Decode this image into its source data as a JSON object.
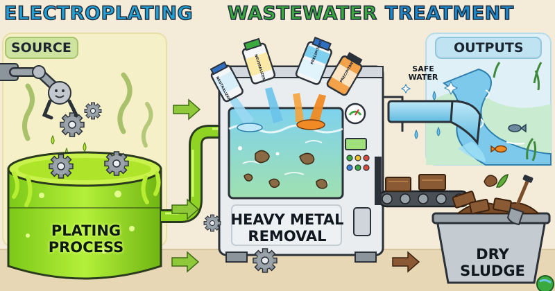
{
  "title": {
    "part1": "ELECTROPLATING",
    "part2": "WASTEWATER",
    "part3": "TREATMENT"
  },
  "panels": {
    "source": "SOURCE",
    "outputs": "OUTPUTS"
  },
  "stages": {
    "plating_line1": "PLATING",
    "plating_line2": "PROCESS",
    "removal_line1": "HEAVY METAL",
    "removal_line2": "REMOVAL",
    "safe_line1": "SAFE",
    "safe_line2": "WATER",
    "sludge_line1": "DRY",
    "sludge_line2": "SLUDGE"
  },
  "chemicals": {
    "bottle1": "NEUTRALIZER",
    "bottle2": "NEUTRALIZER",
    "bottle3": "PRECIPITANT",
    "bottle4": "PRECIPITANT"
  },
  "colors": {
    "title_blue": "#23a0d6",
    "title_green": "#3aaa3f",
    "plating_liquid": "#9be021",
    "clean_water": "#6cc6ea",
    "sludge_brown": "#8a5a35",
    "precipitant_orange": "#f08a24"
  },
  "icons": {
    "robot_arm": "robot-arm-icon",
    "gear": "gear-icon",
    "fish": "fish-icon",
    "shovel": "shovel-icon",
    "gauge": "gauge-icon",
    "conveyor": "conveyor-belt-icon"
  }
}
